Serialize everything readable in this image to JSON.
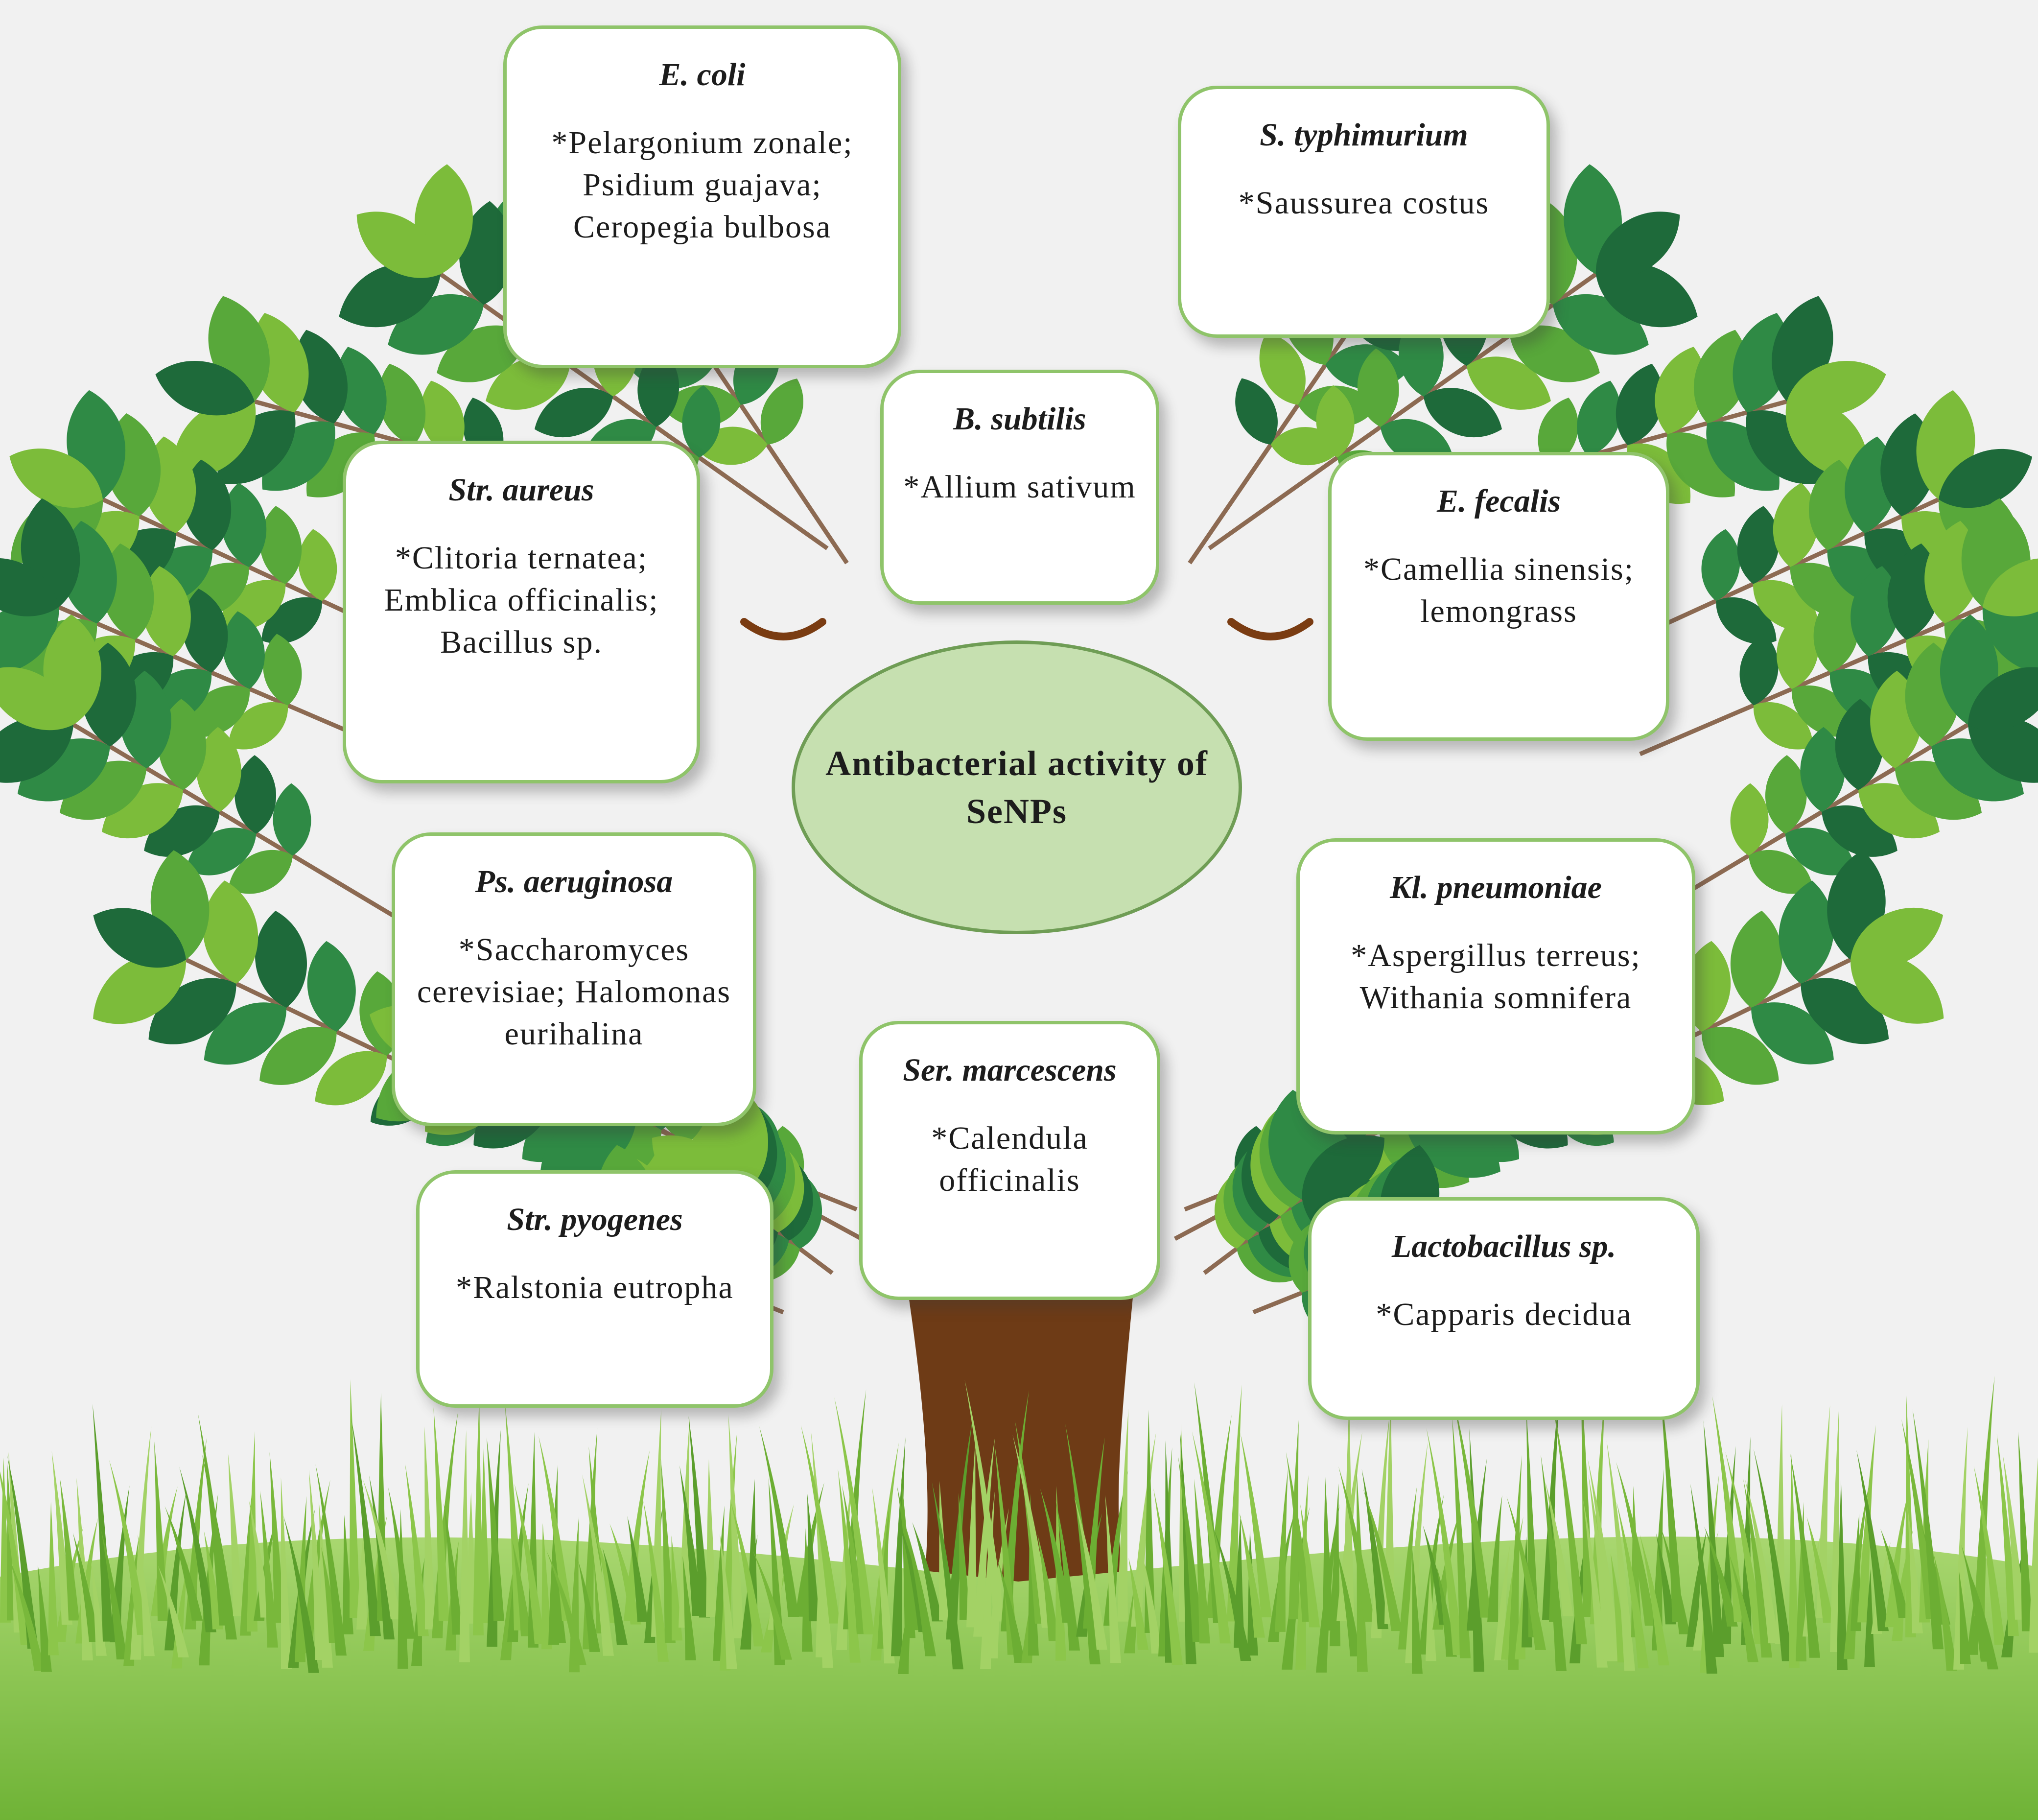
{
  "center_label": "Antibacterial activity of SeNPs",
  "colors": {
    "background": "#f1f1f1",
    "leaf_dark": "#1e6a3a",
    "leaf_light": "#7cbc3a",
    "trunk": "#6e3b16",
    "grass": "#7ebf3b",
    "card_border": "#8fc46a",
    "center_fill": "#c6e0b0"
  },
  "cards": [
    {
      "id": "e-coli",
      "organism": "E. coli",
      "source": "*Pelargonium zonale; Psidium guajava; Ceropegia bulbosa"
    },
    {
      "id": "s-typhimurium",
      "organism": "S. typhimurium",
      "source": "*Saussurea costus"
    },
    {
      "id": "b-subtilis",
      "organism": "B. subtilis",
      "source": "*Allium sativum"
    },
    {
      "id": "str-aureus",
      "organism": "Str. aureus",
      "source": "*Clitoria ternatea; Emblica officinalis; Bacillus sp."
    },
    {
      "id": "e-fecalis",
      "organism": "E. fecalis",
      "source": "*Camellia sinensis; lemongrass"
    },
    {
      "id": "ps-aeruginosa",
      "organism": "Ps. aeruginosa",
      "source": "*Saccharomyces cerevisiae; Halomonas eurihalina"
    },
    {
      "id": "kl-pneumoniae",
      "organism": "Kl. pneumoniae",
      "source": "*Aspergillus terreus; Withania somnifera"
    },
    {
      "id": "ser-marcescens",
      "organism": "Ser. marcescens",
      "source": "*Calendula officinalis"
    },
    {
      "id": "str-pyogenes",
      "organism": "Str. pyogenes",
      "source": "*Ralstonia eutropha"
    },
    {
      "id": "lactobacillus",
      "organism": "Lactobacillus sp.",
      "source": "*Capparis decidua"
    }
  ]
}
